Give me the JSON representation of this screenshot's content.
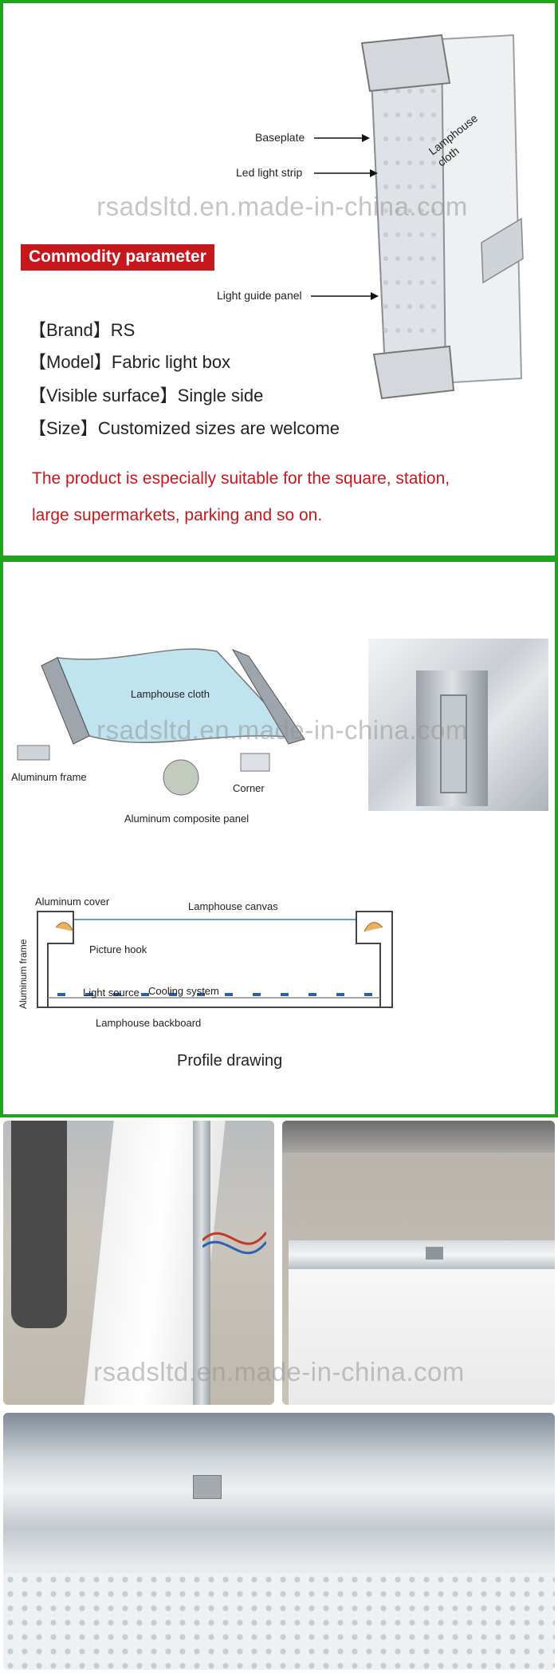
{
  "watermark": "rsadsltd.en.made-in-china.com",
  "diagram_top": {
    "baseplate": "Baseplate",
    "led_strip": "Led light strip",
    "lamphouse_cloth": "Lamphouse cloth",
    "light_guide": "Light guide panel"
  },
  "badge": "Commodity parameter",
  "params": [
    {
      "key": "【Brand】",
      "value": "RS"
    },
    {
      "key": "【Model】",
      "value": "Fabric light box"
    },
    {
      "key": "【Visible surface】",
      "value": "Single side"
    },
    {
      "key": "【Size】",
      "value": "Customized sizes are welcome"
    }
  ],
  "note_line1": "The product is especially suitable for the square, station,",
  "note_line2": "large supermarkets, parking and so on.",
  "diagram_iso": {
    "lamphouse_cloth": "Lamphouse cloth",
    "aluminum_frame": "Aluminum frame",
    "corner": "Corner",
    "composite_panel": "Aluminum composite panel"
  },
  "profile": {
    "aluminum_cover": "Aluminum cover",
    "lamphouse_canvas": "Lamphouse canvas",
    "aluminum_frame": "Aluminum frame",
    "picture_hook": "Picture hook",
    "light_source": "Light source",
    "cooling_system": "Cooling system",
    "backboard": "Lamphouse backboard",
    "caption": "Profile drawing"
  }
}
